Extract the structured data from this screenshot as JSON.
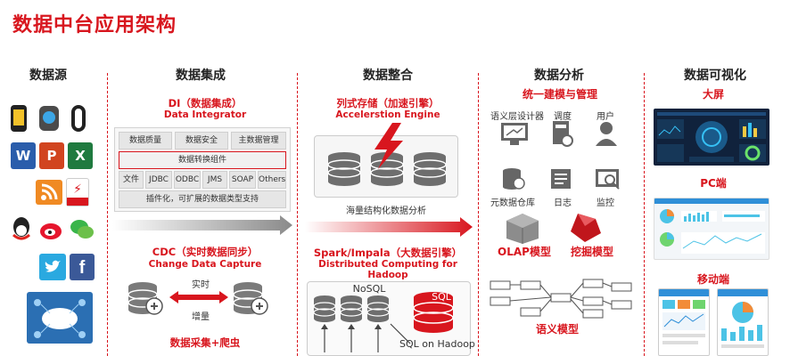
{
  "title": "数据中台应用架构",
  "columns": {
    "source": "数据源",
    "integration": "数据集成",
    "consolidation": "数据整合",
    "analysis": "数据分析",
    "visualization": "数据可视化"
  },
  "integration": {
    "di_title": "DI（数据集成）",
    "di_sub": "Data Integrator",
    "row1": [
      "数据质量",
      "数据安全",
      "主数据管理"
    ],
    "row2": "数据转换组件",
    "row3": [
      "文件",
      "JDBC",
      "ODBC",
      "JMS",
      "SOAP",
      "Others"
    ],
    "row4": "插件化，可扩展的数据类型支持",
    "cdc_title": "CDC（实时数据同步）",
    "cdc_sub": "Change Data Capture",
    "realtime": "实时",
    "incremental": "增量",
    "crawler": "数据采集+爬虫"
  },
  "consolidation": {
    "engine_title": "列式存储（加速引擎）",
    "engine_sub": "Accelerstion Engine",
    "engine_caption": "海量结构化数据分析",
    "spark_title": "Spark/Impala（大数据引擎）",
    "spark_sub1": "Distributed Computing for",
    "spark_sub2": "Hadoop",
    "nosql": "NoSQL",
    "sql": "SQL",
    "sql_on_hadoop": "SQL on Hadoop"
  },
  "analysis": {
    "subtitle": "统一建模与管理",
    "labels_top": [
      "语义层设计器",
      "调度",
      "用户"
    ],
    "labels_mid": [
      "元数据仓库",
      "日志",
      "监控"
    ],
    "olap": "OLAP模型",
    "mining": "挖掘模型",
    "semantic": "语义模型"
  },
  "visualization": {
    "big_screen": "大屏",
    "pc": "PC端",
    "mobile": "移动端"
  },
  "colors": {
    "accent": "#d8161e",
    "db_gray": "#7a7a7a",
    "arrow_gray": "#8a8a8a"
  }
}
